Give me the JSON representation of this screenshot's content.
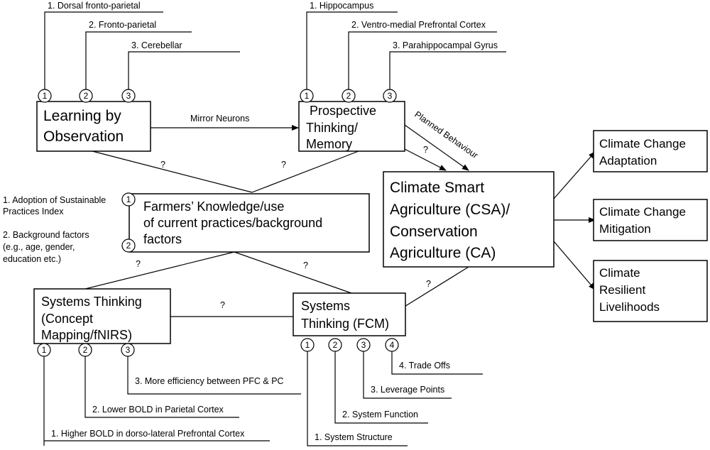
{
  "learning": {
    "title": [
      "Learning by",
      "Observation"
    ],
    "markers": [
      "1",
      "2",
      "3"
    ],
    "labels": [
      "1. Dorsal fronto-parietal",
      "2. Fronto-parietal",
      "3. Cerebellar"
    ]
  },
  "prospective": {
    "title": [
      "Prospective",
      "Thinking/",
      "Memory"
    ],
    "markers": [
      "1",
      "2",
      "3"
    ],
    "labels": [
      "1. Hippocampus",
      "2. Ventro-medial Prefrontal Cortex",
      "3. Parahippocampal Gyrus"
    ]
  },
  "edges": {
    "mirror": "Mirror Neurons",
    "planned": "Planned Behaviour",
    "q": "?"
  },
  "farmers": {
    "title": [
      "Farmers’ Knowledge/use",
      "of current practices/background",
      "factors"
    ],
    "markers": [
      "1",
      "2"
    ],
    "label1": [
      "1. Adoption of Sustainable",
      "Practices Index"
    ],
    "label2": [
      "2. Background factors",
      "(e.g., age, gender,",
      "education etc.)"
    ]
  },
  "csa": {
    "title": [
      "Climate Smart",
      "Agriculture (CSA)/",
      "Conservation",
      "Agriculture (CA)"
    ]
  },
  "outcomes": [
    [
      "Climate Change",
      "Adaptation"
    ],
    [
      "Climate Change",
      "Mitigation"
    ],
    [
      "Climate",
      "Resilient",
      "Livelihoods"
    ]
  ],
  "st_concept": {
    "title": [
      "Systems Thinking",
      "(Concept",
      "Mapping/fNIRS)"
    ],
    "markers": [
      "1",
      "2",
      "3"
    ],
    "labels": [
      "1. Higher BOLD in dorso-lateral Prefrontal Cortex",
      "2. Lower BOLD in Parietal Cortex",
      "3. More efficiency between PFC & PC"
    ]
  },
  "st_fcm": {
    "title": [
      "Systems",
      "Thinking (FCM)"
    ],
    "markers": [
      "1",
      "2",
      "3",
      "4"
    ],
    "labels": [
      "1. System Structure",
      "2. System Function",
      "3. Leverage Points",
      "4. Trade Offs"
    ]
  }
}
